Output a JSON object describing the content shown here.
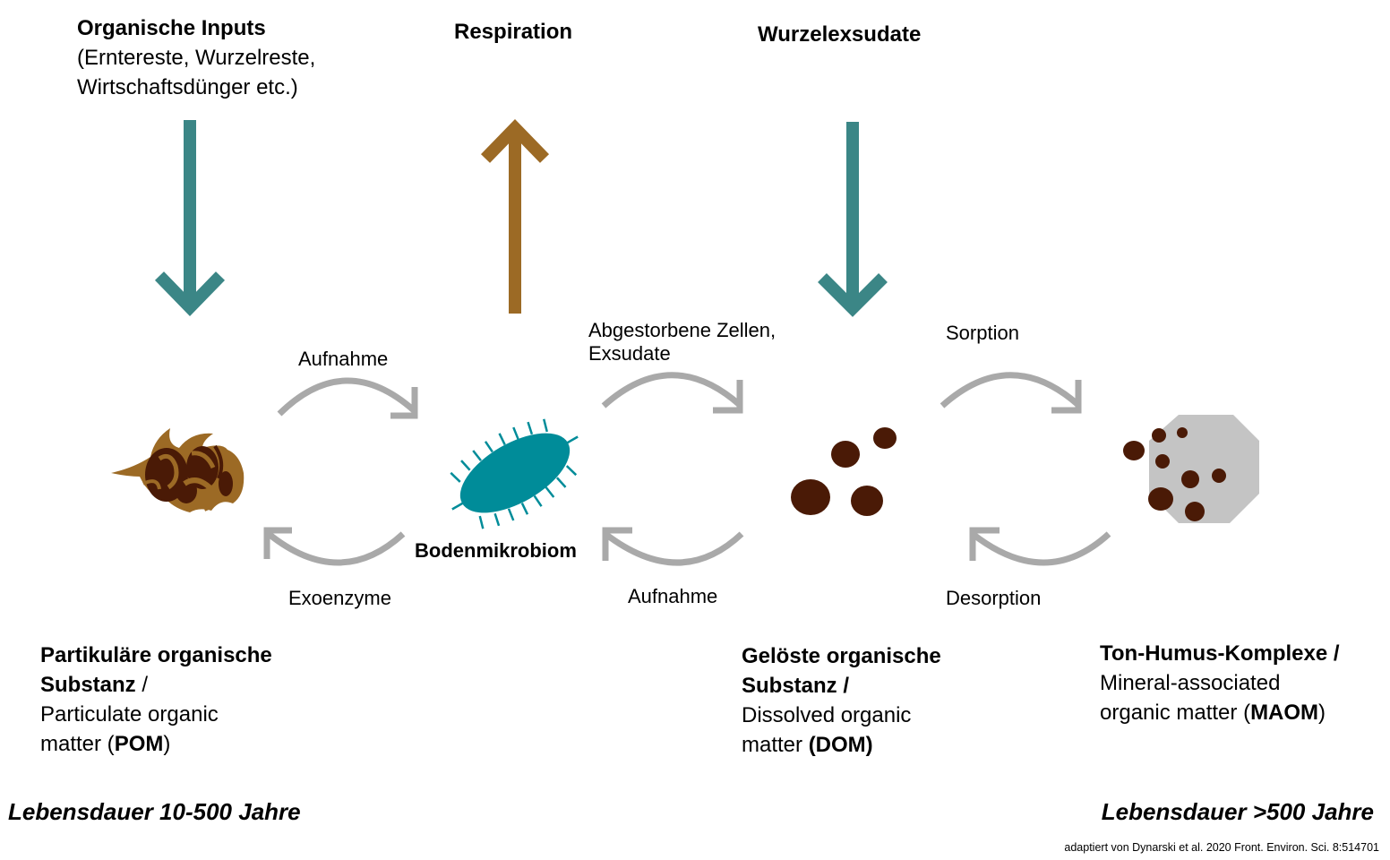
{
  "inputs": {
    "title": "Organische Inputs",
    "line1": "(Erntereste, Wurzelreste,",
    "line2": "Wirtschaftsdünger etc.)"
  },
  "respiration": {
    "title": "Respiration"
  },
  "exudates": {
    "title": "Wurzelexsudate"
  },
  "flows": {
    "aufnahme_top": "Aufnahme",
    "exoenzyme": "Exoenzyme",
    "dead_cells_1": "Abgestorbene Zellen,",
    "dead_cells_2": "Exsudate",
    "aufnahme_bottom": "Aufnahme",
    "sorption": "Sorption",
    "desorption": "Desorption"
  },
  "microbiome": {
    "label": "Bodenmikrobiom"
  },
  "pom": {
    "line1": "Partikuläre organische",
    "line2_bold": "Substanz",
    "line2_rest": " /",
    "line3": "Particulate organic",
    "line4_pre": "matter (",
    "line4_bold": "POM",
    "line4_post": ")"
  },
  "dom": {
    "line1": "Gelöste organische",
    "line2": "Substanz /",
    "line3": "Dissolved organic",
    "line4_pre": "matter ",
    "line4_bold": "(DOM)"
  },
  "maom": {
    "line1": "Ton-Humus-Komplexe /",
    "line2": "Mineral-associated",
    "line3_pre": "organic matter (",
    "line3_bold": "MAOM",
    "line3_post": ")"
  },
  "lifetime_left": "Lebensdauer  10-500 Jahre",
  "lifetime_right": "Lebensdauer  >500 Jahre",
  "source": "adaptiert von Dynarski et al. 2020 Front. Environ. Sci. 8:514701",
  "colors": {
    "teal_arrow": "#3b8686",
    "brown_arrow": "#9c6a25",
    "gray_arrow": "#a9a9a9",
    "microbe": "#008c99",
    "particle": "#4a1a06",
    "mineral": "#c4c4c4",
    "pom_light": "#9c6a25"
  }
}
